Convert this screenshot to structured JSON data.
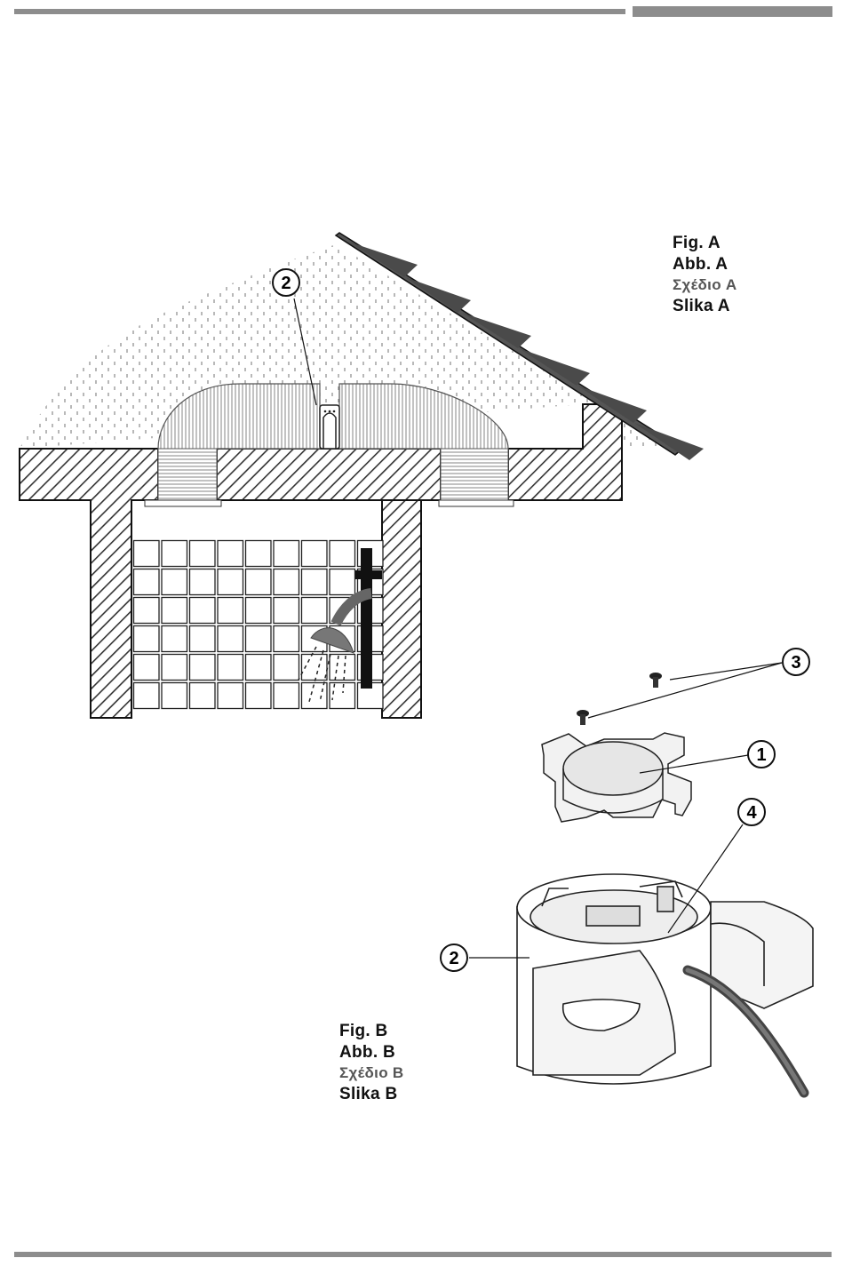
{
  "figure_a": {
    "caption_lines": [
      "Fig.  A",
      "Abb.  A",
      "Σχέδιο  A",
      "Slika  A"
    ],
    "callouts": [
      "2"
    ]
  },
  "figure_b": {
    "caption_lines": [
      "Fig.  B",
      "Abb.  B",
      "Σχέδιο  B",
      "Slika  B"
    ],
    "callouts": [
      "3",
      "1",
      "4",
      "2"
    ]
  },
  "colors": {
    "rule": "#8d8d8d",
    "ink": "#111111",
    "roof": "#4a4a4a",
    "hatch": "#444444"
  }
}
